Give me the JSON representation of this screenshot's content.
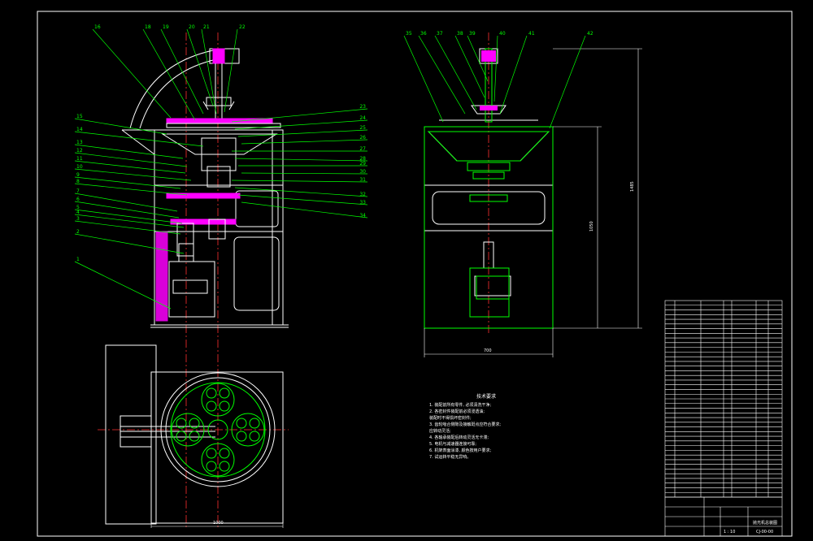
{
  "colors": {
    "background": "#000000",
    "frame": "#ffffff",
    "leader": "#00ff00",
    "part": "#ffffff",
    "section": "#ff00ff",
    "centerline": "#ff3030",
    "green_detail": "#00ff00",
    "table_line": "#ffffff"
  },
  "front_view_labels_left": [
    "15",
    "14",
    "13",
    "12",
    "11",
    "10",
    "9",
    "8",
    "7",
    "6",
    "5",
    "4",
    "3",
    "2",
    "1"
  ],
  "front_view_labels_top": [
    "16",
    "18",
    "19",
    "20",
    "21",
    "22"
  ],
  "front_view_labels_right": [
    "23",
    "24",
    "25",
    "26",
    "27",
    "28",
    "29",
    "30",
    "31",
    "32",
    "33",
    "34"
  ],
  "side_view_labels_top": [
    "35",
    "36",
    "37",
    "38",
    "39",
    "40",
    "41",
    "42"
  ],
  "dimensions": {
    "overall_height": "1485",
    "cabinet_height": "1050",
    "width_front": "700",
    "width_bottom": "1000"
  },
  "notes": {
    "title": "技术要求",
    "items": [
      "1. 装配前所有零件, 必须清洗干净;",
      "2. 各密封件装配前必须浸透油;",
      "   装配时不得损坏密封件;",
      "3. 齿轮啮合侧隙及接触斑点应符合要求;",
      "   应转动灵活;",
      "4. 各轴承装配后转动灵活无卡滞;",
      "5. 电机与减速器连接可靠;",
      "6. 机架表面涂漆, 颜色按用户要求;",
      "7. 试运转平稳无异响。"
    ]
  },
  "title_block": {
    "name": "抛光机总装图",
    "code": "CJ-00-00",
    "sheet": "1 : 10",
    "material": "",
    "row_count": 42
  }
}
